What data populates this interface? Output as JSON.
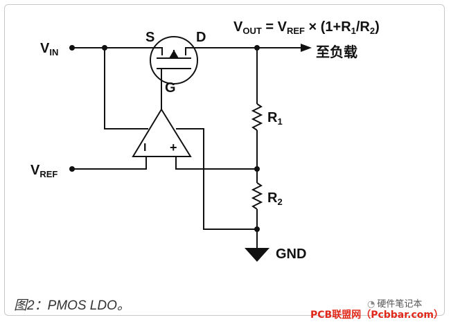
{
  "labels": {
    "vin_main": "V",
    "vin_sub": "IN",
    "vref_main": "V",
    "vref_sub": "REF",
    "source": "S",
    "drain": "D",
    "gate": "G",
    "r1_main": "R",
    "r1_sub": "1",
    "r2_main": "R",
    "r2_sub": "2",
    "gnd": "GND",
    "to_load": "至负载",
    "opamp_minus": "I",
    "opamp_plus": "+"
  },
  "formula": {
    "vout_main": "V",
    "vout_sub": "OUT",
    "eq": " = V",
    "vref_sub": "REF",
    "times": " × (1+R",
    "r1_sub": "1",
    "slash": "/R",
    "r2_sub": "2",
    "close": ")"
  },
  "caption": "图2：PMOS LDO。",
  "watermark": {
    "wechat": "硬件笔记本",
    "pcb": "PCB联盟网（Pcbbar.com）"
  },
  "colors": {
    "line": "#111111",
    "frame": "#c8c8c8",
    "watermark_red": "#e0281a"
  }
}
